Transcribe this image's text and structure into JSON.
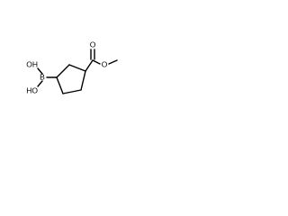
{
  "molecule": {
    "atom_labels": {
      "boron": "B",
      "hydroxyl_upper": "OH",
      "hydroxyl_lower": "HO",
      "carbonyl_oxygen": "O",
      "ester_oxygen": "O"
    }
  }
}
